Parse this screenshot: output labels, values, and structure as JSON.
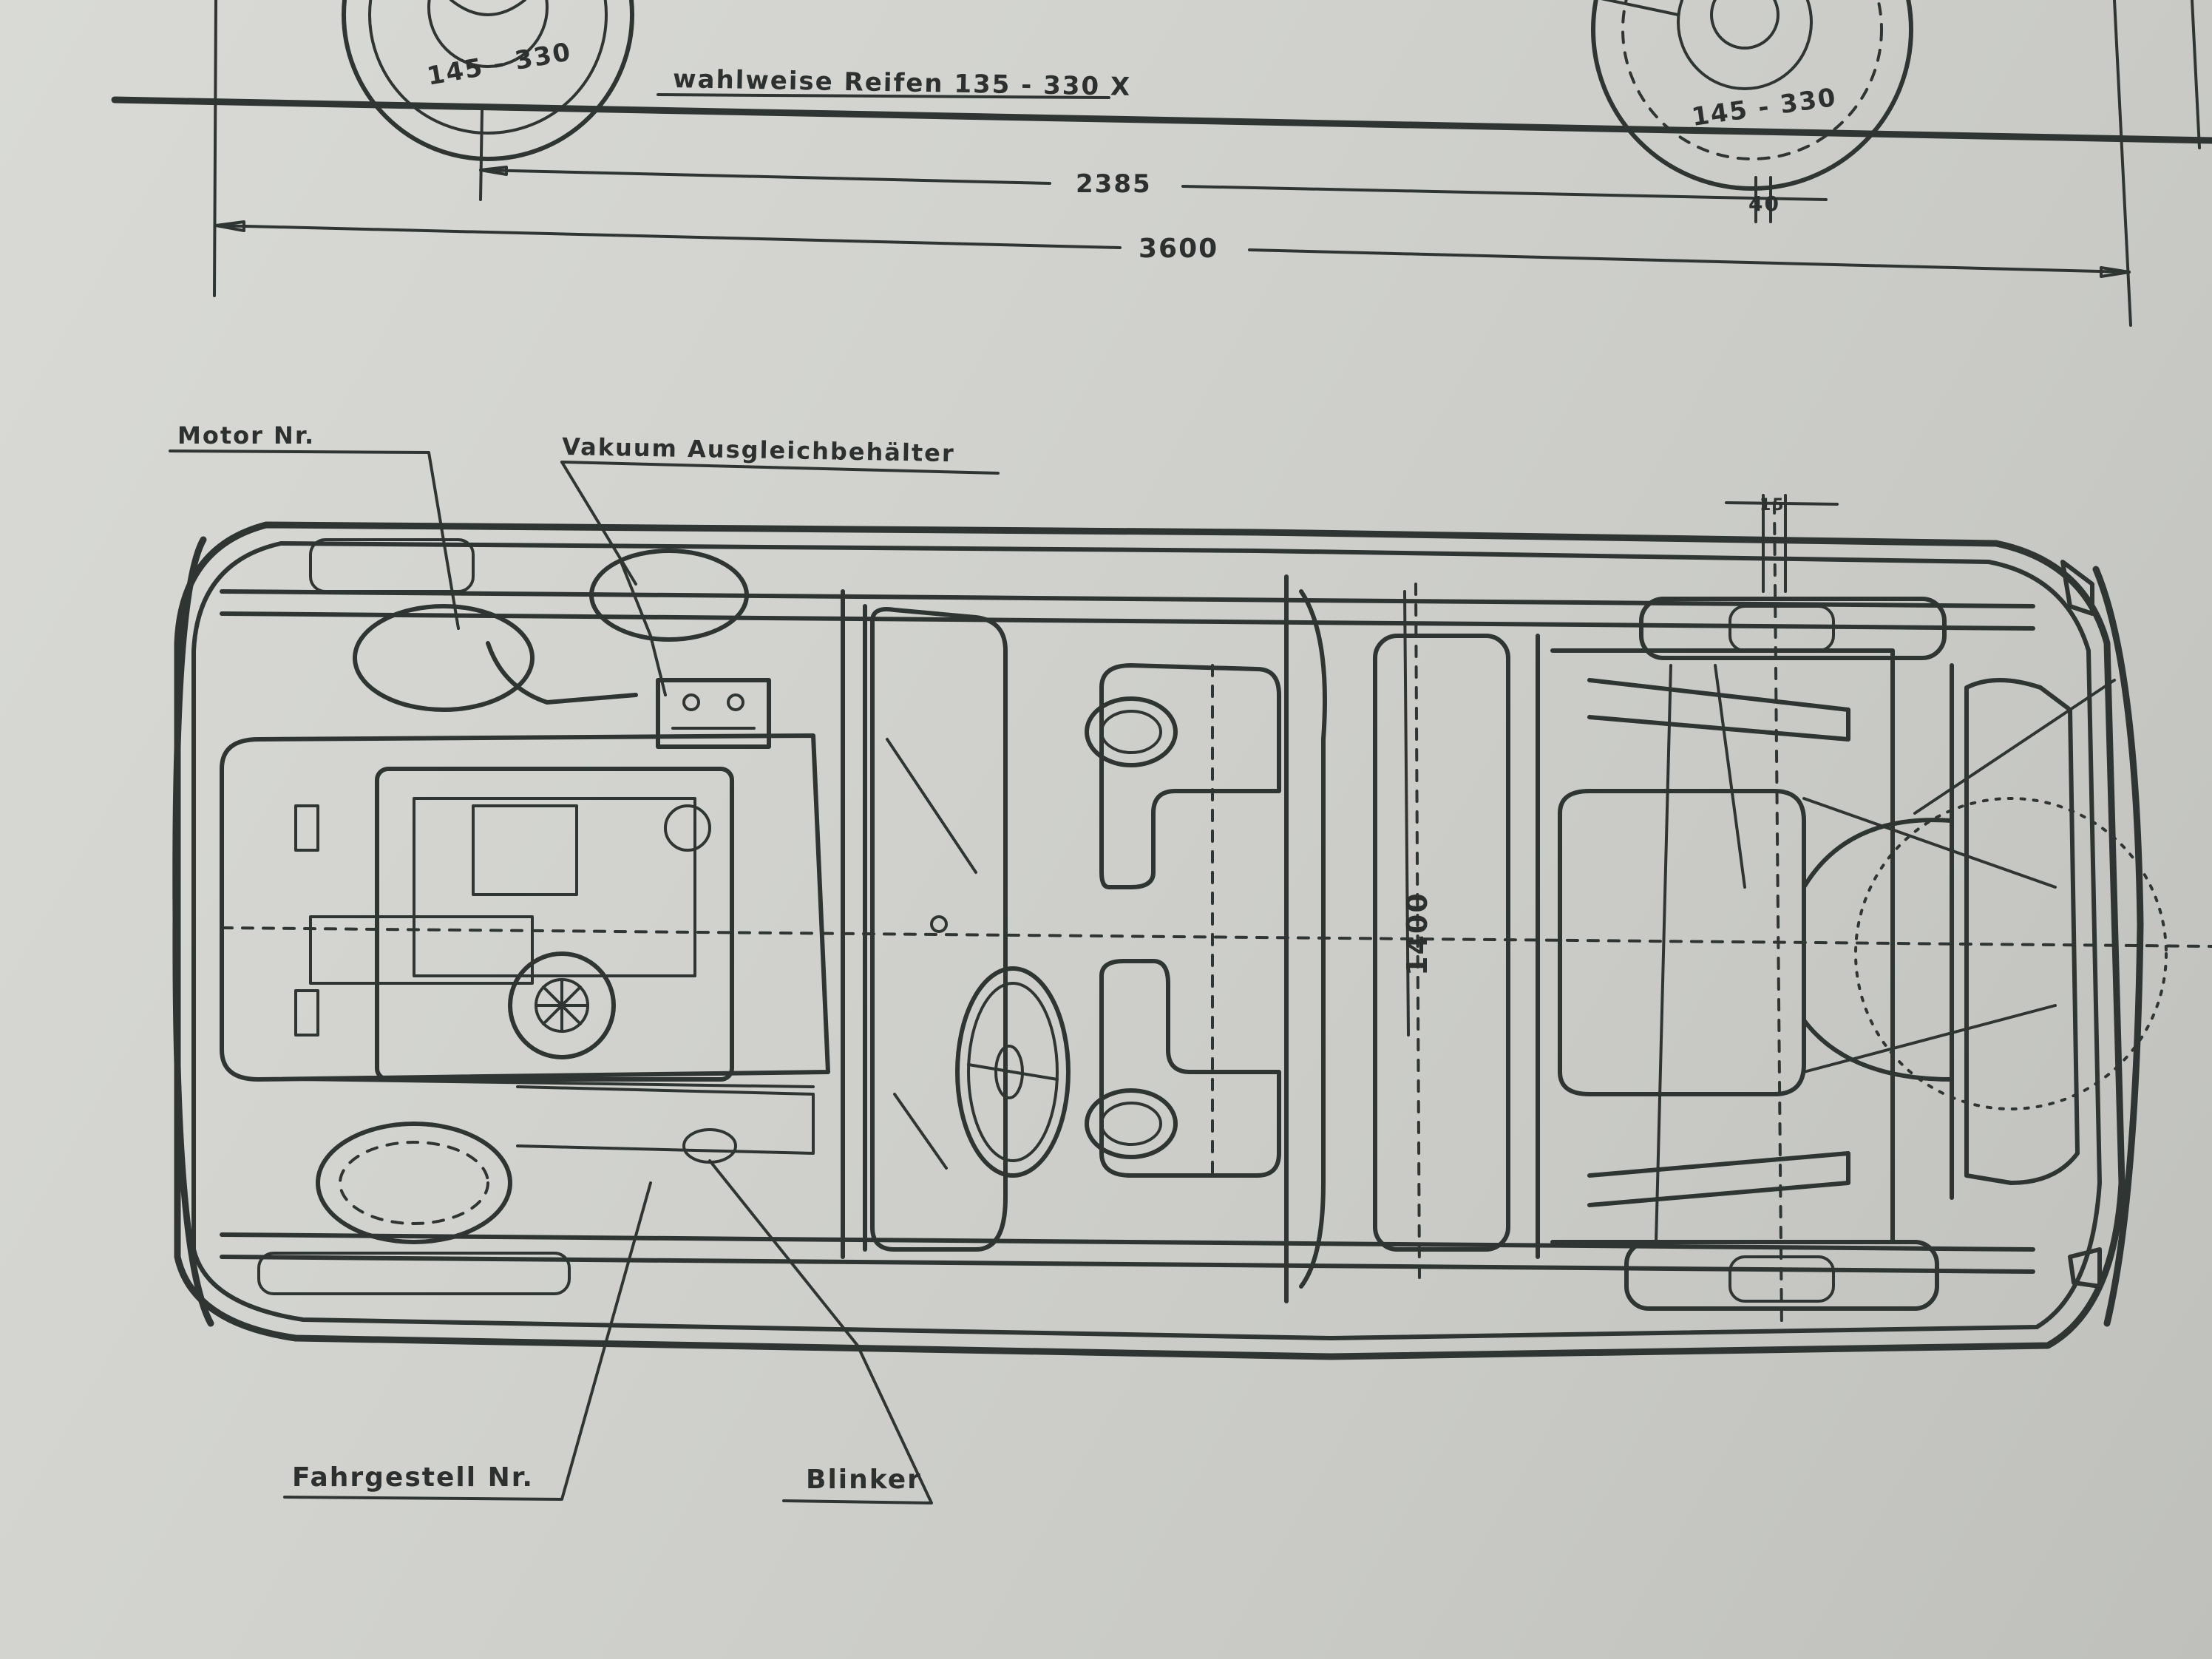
{
  "top_view": {
    "tire_front": "145 - 330",
    "tire_rear": "145 - 330",
    "tire_note": "wahlweise Reifen 135 - 330 X",
    "wheelbase": "2385",
    "offset_small": "40",
    "overall_length": "3600"
  },
  "plan_view": {
    "label_motor": "Motor Nr.",
    "label_vacuum": "Vakuum Ausgleichbehälter",
    "label_chassis": "Fahrgestell Nr.",
    "label_blinker": "Blinker",
    "width_dimension": "1400",
    "offset_top": "15"
  },
  "colors": {
    "paper": "#d2d3cf",
    "ink": "#2f3532"
  }
}
